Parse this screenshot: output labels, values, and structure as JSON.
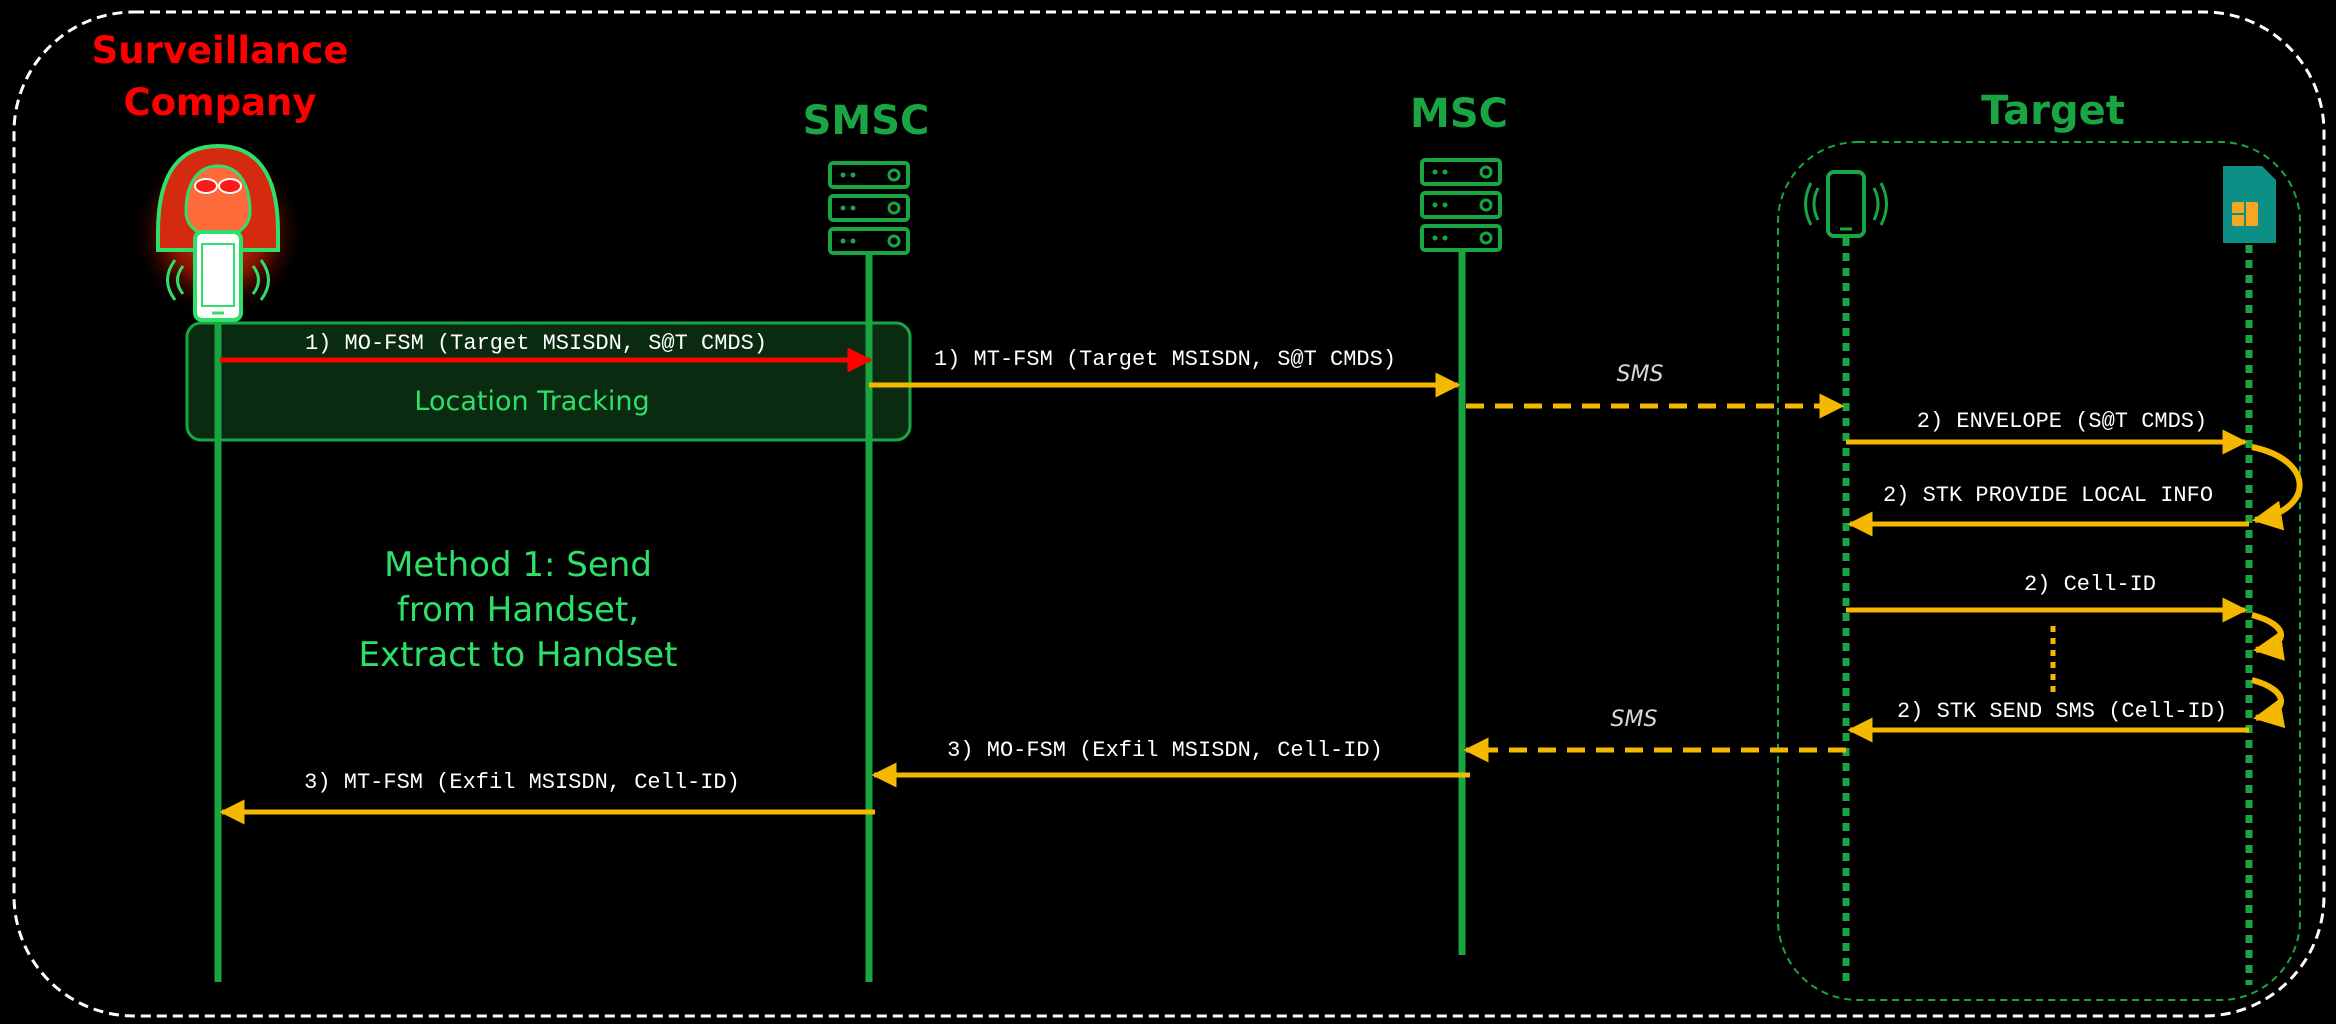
{
  "colors": {
    "background": "#000000",
    "green": "#1aa543",
    "bright_green": "#2ee06a",
    "red": "#ff0000",
    "yellow": "#f5b800",
    "white": "#ffffff",
    "label_gray": "#d8d8d8"
  },
  "actors": {
    "surveillance_line1": "Surveillance",
    "surveillance_line2": "Company",
    "smsc": "SMSC",
    "msc": "MSC",
    "target": "Target"
  },
  "highlight_box_label": "Location Tracking",
  "method_note": {
    "line1": "Method 1: Send",
    "line2": "from Handset,",
    "line3": "Extract to Handset"
  },
  "messages": {
    "mo_fsm_1": "1) MO-FSM (Target MSISDN, S@T CMDS)",
    "mt_fsm_1": "1) MT-FSM (Target MSISDN, S@T CMDS)",
    "sms_in": "SMS",
    "envelope": "2) ENVELOPE (S@T CMDS)",
    "stk_provide": "2) STK PROVIDE LOCAL INFO",
    "cell_id": "2) Cell-ID",
    "stk_send": "2) STK SEND SMS (Cell-ID)",
    "sms_out": "SMS",
    "mo_fsm_3": "3) MO-FSM (Exfil MSISDN, Cell-ID)",
    "mt_fsm_3": "3) MT-FSM (Exfil MSISDN, Cell-ID)"
  },
  "icons": {
    "attacker": "hacker-icon",
    "smsc_server": "server-icon",
    "msc_server": "server-icon",
    "target_phone": "phone-icon",
    "target_sim": "sim-card-icon"
  }
}
